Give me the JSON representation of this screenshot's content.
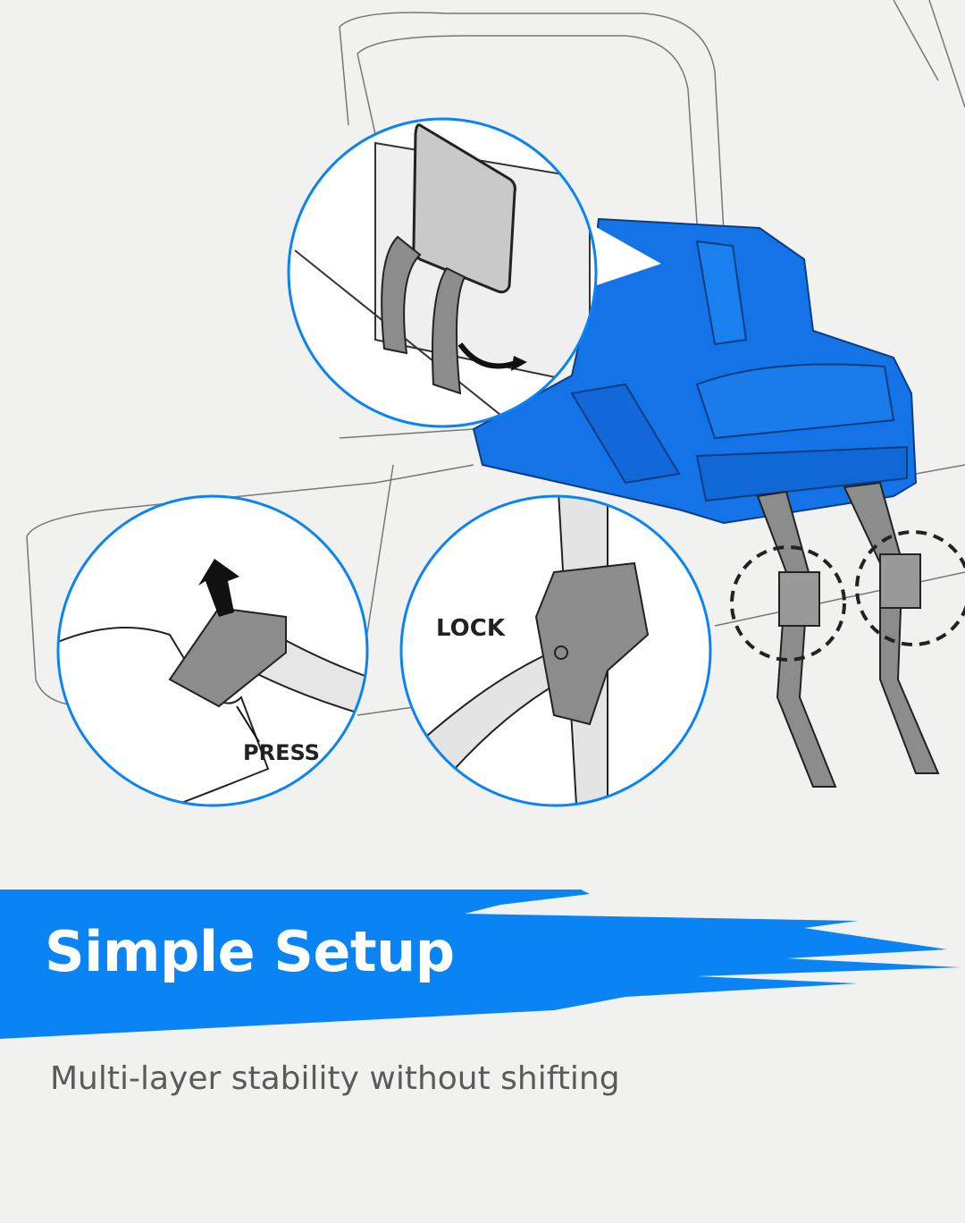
{
  "headline": "Simple Setup",
  "subheadline": "Multi-layer stability without shifting",
  "callouts": {
    "press": "PRESS",
    "lock": "LOCK"
  },
  "colors": {
    "brand_blue": "#0a84f5",
    "console_blue": "#1473e6",
    "strap_gray": "#8c8c8c",
    "background": "#f1f1f0"
  }
}
